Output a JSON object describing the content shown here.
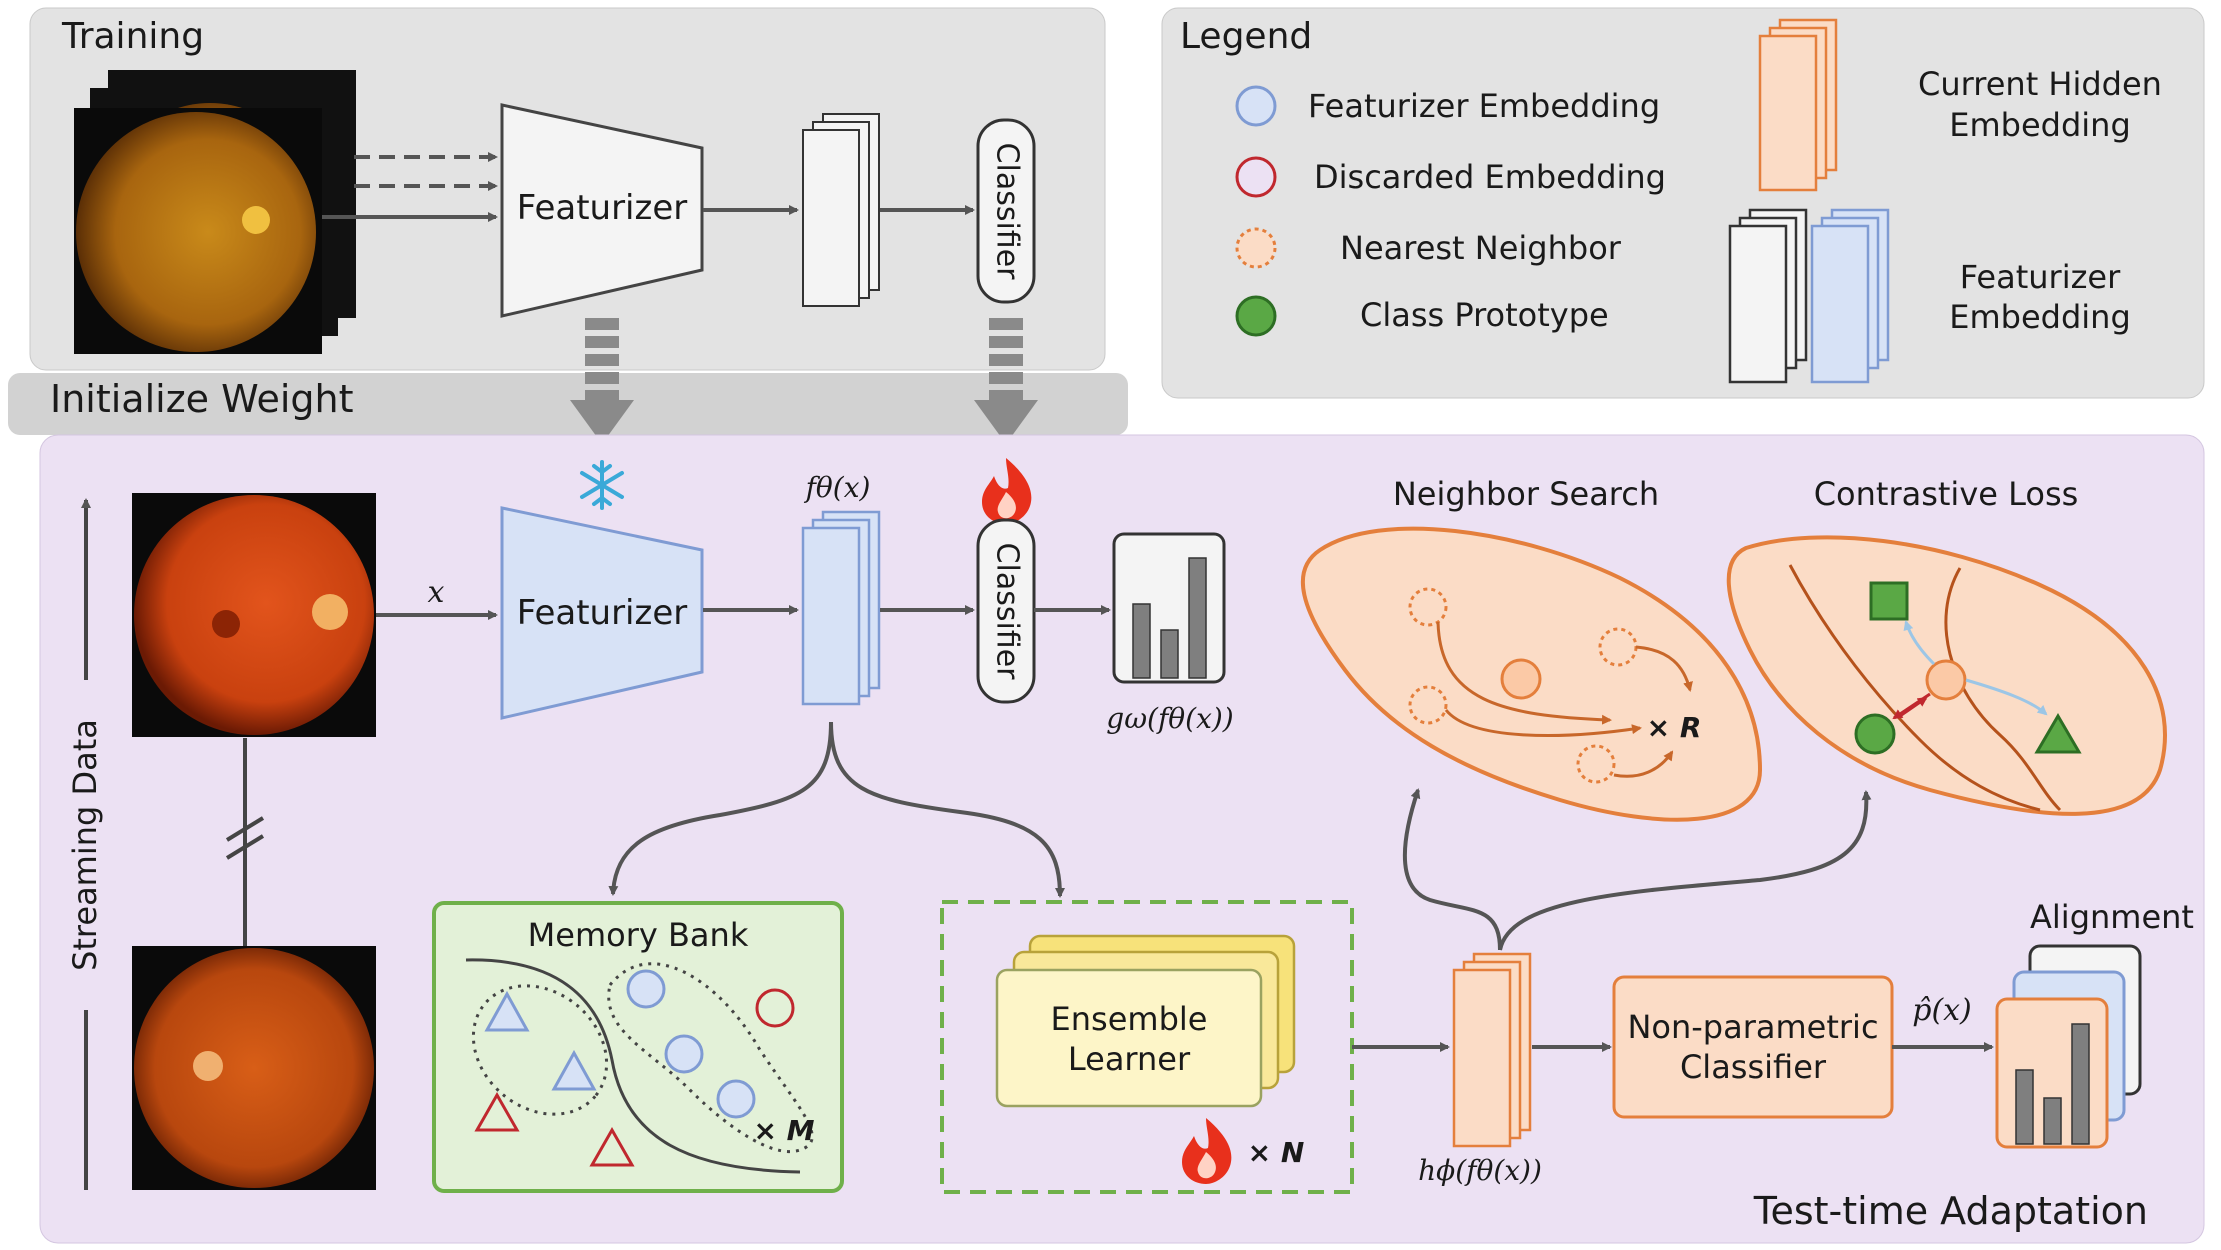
{
  "training": {
    "title": "Training",
    "featurizer_label": "Featurizer",
    "classifier_label": "Classifier"
  },
  "initialize_label": "Initialize Weight",
  "legend": {
    "title": "Legend",
    "items": [
      "Featurizer Embedding",
      "Discarded Embedding",
      "Nearest Neighbor",
      "Class Prototype"
    ],
    "current_hidden": [
      "Current Hidden",
      "Embedding"
    ],
    "featurizer_emb": [
      "Featurizer",
      "Embedding"
    ]
  },
  "tta": {
    "x_label": "x",
    "featurizer_label": "Featurizer",
    "f_label": "fθ(x)",
    "classifier_label": "Classifier",
    "g_label": "gω(fθ(x))",
    "streaming_label": "Streaming Data",
    "memory_bank_title": "Memory Bank",
    "memory_mult": "× M",
    "ensemble_label": [
      "Ensemble",
      "Learner"
    ],
    "ensemble_mult": "× N",
    "h_label": "hϕ(fθ(x))",
    "neighbor_title": "Neighbor Search",
    "neighbor_mult": "× R",
    "contrastive_title": "Contrastive Loss",
    "nonparam_label": [
      "Non-parametric",
      "Classifier"
    ],
    "p_label": "p̂(x)",
    "alignment_title": "Alignment",
    "footer": "Test-time Adaptation"
  },
  "colors": {
    "training_bg": "#e3e3e3",
    "tta_bg": "#ece1f3",
    "blue_fill": "#d7e2f6",
    "blue_stroke": "#7f9bd3",
    "orange_fill": "#fbdcc6",
    "orange_stroke": "#e47f3c",
    "memory_fill": "#e3f1d8",
    "memory_stroke": "#6fb04a",
    "ensemble_fill": "#fdf5c8",
    "red": "#c0282e",
    "green": "#5aa845"
  }
}
